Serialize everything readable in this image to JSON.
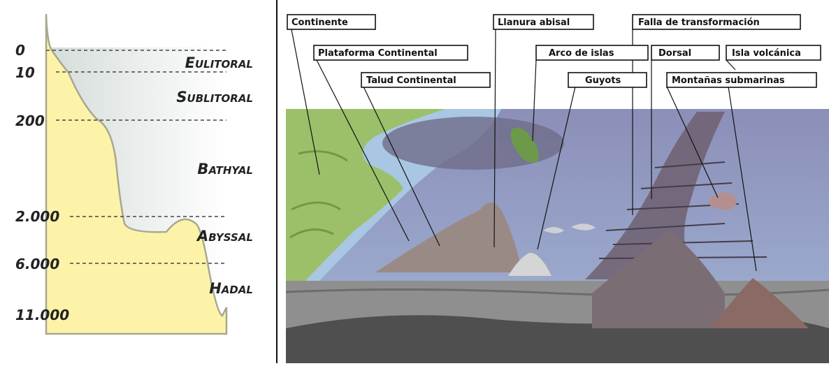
{
  "depth_profile": {
    "depth_marks": [
      "0",
      "10",
      "200",
      "2.000",
      "6.000",
      "11.000"
    ],
    "zones": [
      {
        "first": "E",
        "rest": "ULITORAL"
      },
      {
        "first": "S",
        "rest": "UBLITORAL"
      },
      {
        "first": "B",
        "rest": "ATHYAL"
      },
      {
        "first": "A",
        "rest": "BYSSAL"
      },
      {
        "first": "H",
        "rest": "ADAL"
      }
    ],
    "colors": {
      "seafloor": "#fcf3a8",
      "water": "#e6ebe8",
      "outline": "#a7a88f",
      "guide": "#444444"
    }
  },
  "ocean_floor": {
    "labels": [
      "Continente",
      "Llanura abisal",
      "Falla de transformación",
      "Plataforma Continental",
      "Arco de islas",
      "Dorsal",
      "Isla volcánica",
      "Talud Continental",
      "Guyots",
      "Montañas submarinas"
    ],
    "colors": {
      "land": "#9cc06a",
      "ocean": "#9fb7d4",
      "deep": "#7f89b4",
      "ridge": "#6e6070",
      "cut_face": "#8f8f8f"
    }
  }
}
